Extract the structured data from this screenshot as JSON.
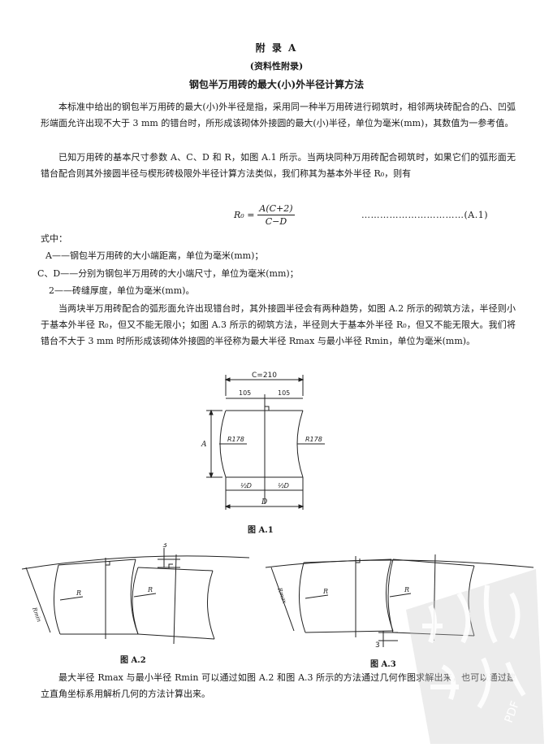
{
  "header": {
    "appendix": "附 录 A",
    "type": "(资料性附录)",
    "title": "钢包半万用砖的最大(小)外半径计算方法"
  },
  "paragraphs": {
    "p1": "本标准中给出的钢包半万用砖的最大(小)外半径是指，采用同一种半万用砖进行砌筑时，相邻两块砖配合的凸、凹弧形端面允许出现不大于 3 mm 的错台时，所形成该砌体外接圆的最大(小)半径，单位为毫米(mm)，其数值为一参考值。",
    "p2": "已知万用砖的基本尺寸参数 A、C、D 和 R，如图 A.1 所示。当两块同种万用砖配合砌筑时，如果它们的弧形面无错台配合则其外接圆半径与楔形砖极限外半径计算方法类似，我们称其为基本外半径 R₀，则有",
    "p3": "当两块半万用砖配合的弧形面允许出现错台时，其外接圆半径会有两种趋势，如图 A.2 所示的砌筑方法，半径则小于基本外半径 R₀，但又不能无限小；如图 A.3 所示的砌筑方法，半径则大于基本外半径 R₀，但又不能无限大。我们将错台不大于 3 mm 时所形成该砌体外接圆的半径称为最大半径 Rmax 与最小半径 Rmin，单位为毫米(mm)。",
    "p4": "最大半径 Rmax 与最小半径 Rmin 可以通过如图 A.2 和图 A.3 所示的方法通过几何作图求解出来，也可以通过建立直角坐标系用解析几何的方法计算出来。"
  },
  "formula": {
    "lhs": "R₀ =",
    "numerator": "A(C+2)",
    "denominator": "C−D",
    "label": "……………………………(A.1)"
  },
  "where": {
    "title": "式中：",
    "items": [
      "A——钢包半万用砖的大小端距离，单位为毫米(mm)；",
      "C、D——分别为钢包半万用砖的大小端尺寸，单位为毫米(mm)；",
      "2——砖缝厚度，单位为毫米(mm)。"
    ]
  },
  "figA1": {
    "caption": "图 A.1",
    "c_label": "C=210",
    "half_left": "105",
    "half_right": "105",
    "a_label": "A",
    "r_left": "R178",
    "r_right": "R178",
    "half_d_left": "½D",
    "half_d_right": "½D",
    "d_label": "D"
  },
  "figA2": {
    "caption": "图 A.2",
    "step": "3",
    "r1": "R",
    "r2": "R",
    "radius": "Rmin"
  },
  "figA3": {
    "caption": "图 A.3",
    "step": "3",
    "r1": "R",
    "r2": "R",
    "radius": "Rmax"
  },
  "seal": {
    "text": "PDF"
  }
}
